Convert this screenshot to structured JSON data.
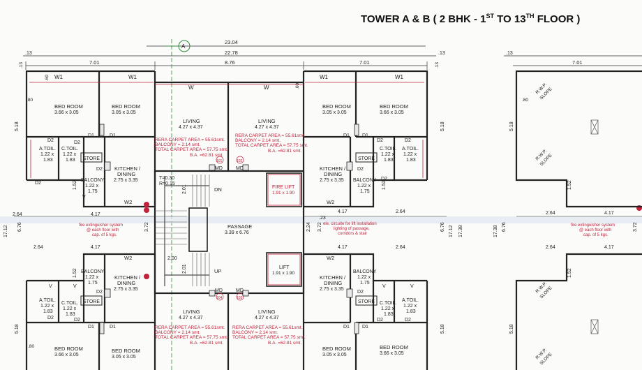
{
  "title": {
    "prefix": "TOWER  A & B ( 2 BHK - 1",
    "sup1": "ST",
    "mid": " TO 13",
    "sup2": "TH",
    "suffix": " FLOOR )"
  },
  "dims": {
    "top_overall": "23.04",
    "total": "22.78",
    "left_unit": "7.01",
    "core": "8.76",
    "right_unit": "7.01",
    "right_unit2": "7.01",
    "edge": ".13",
    "w_518": "5.18",
    "w_152": "1.52",
    "w_264": "2.64",
    "w_417": "4.17",
    "w_1712": "17.12",
    "w_676": "6.76",
    "w_1738": "17.38",
    "w_372": "3.72",
    "w_224": "2.24",
    "w_201": "2.01",
    "w_200": "2.00",
    "w_23": ".23",
    "w_80": ".80",
    "w_60": ".60"
  },
  "grid_marker": "A",
  "rooms": {
    "bed_room": "BED ROOM",
    "bed1": "3.66 x 3.05",
    "bed2": "3.05 x 3.05",
    "living": "LIVING",
    "living_size": "4.27 x 4.37",
    "kitchen": "KITCHEN /",
    "dining": "DINING",
    "kitchen_size": "2.75 x 3.35",
    "a_toil": "A.TOIL.",
    "c_toil": "C.TOIL.",
    "toil_size_a": "1.22 x",
    "toil_size_b": "1.83",
    "store": "STORE",
    "balcony": "BALCONY",
    "balcony_size_a": "1.22 x",
    "balcony_size_b": "1.75",
    "passage": "PASSAGE",
    "passage_size": "3.39 x 6.76",
    "lift": "LIFT",
    "lift_size": "1.91 x 1.90",
    "fire_lift": "FIRE LIFT",
    "fire_lift_size": "1.91 x 1.90",
    "stair_t": "T=0.30",
    "stair_r": "R=0.15",
    "dn": "DN",
    "up": "UP",
    "md": "MD",
    "rwp_slope1": "R.W.P.",
    "rwp_slope2": "SLOPE"
  },
  "labels": {
    "w1": "W1",
    "w": "W",
    "w2": "W2",
    "d1": "D1",
    "d2": "D2",
    "v": "V",
    "f101": "101",
    "f102": "102",
    "f103": "103",
    "f104": "104"
  },
  "area": {
    "rera": "RERA CARPET AREA  = 55.61smt.",
    "balcony": "BALCONY              =  2.14  smt.",
    "total": "TOTAL CARPET AREA =  57.75 smt.",
    "ba": "B.A.  =62.81 smt."
  },
  "notes": {
    "fire1": "fire extinguisher system",
    "fire2": "@ each floor with",
    "fire3": "cap. of 5 kgs.",
    "elec1": "ele. circuite for lift installation",
    "elec2": "lighting of passage,",
    "elec3": "corridors & stair"
  },
  "colors": {
    "line": "#222222",
    "red": "#c0223a",
    "accent_green": "#2e8b3a",
    "axis": "#aab8d8"
  }
}
